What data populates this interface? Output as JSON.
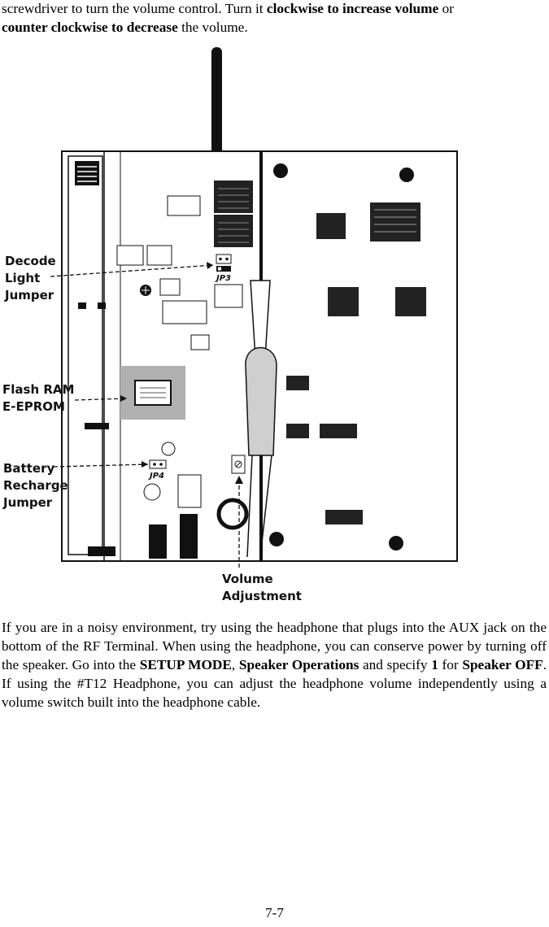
{
  "intro": {
    "t1": "screwdriver to turn the volume control. Turn it ",
    "b1": "clockwise to increase volume",
    "t2": " or ",
    "b2": "counter clockwise to decrease",
    "t3": " the volume."
  },
  "figure": {
    "callouts": {
      "decode_line1": "Decode",
      "decode_line2": "Light",
      "decode_line3": "Jumper",
      "flash_line1": "Flash RAM",
      "flash_line2": "E-EPROM",
      "battery_line1": "Battery",
      "battery_line2": "Recharge",
      "battery_line3": "Jumper",
      "volume_line1": "Volume",
      "volume_line2": "Adjustment"
    },
    "board_labels": {
      "jp3": "JP3",
      "jp4": "JP4"
    }
  },
  "body": {
    "t1": "If you are in a noisy environment, try using the headphone that plugs into the AUX jack on the bottom of the RF Terminal. When using the headphone, you can conserve power by turning off the speaker. Go into the ",
    "b1": "SETUP MODE",
    "t2": ", ",
    "b2": "Speaker Operations",
    "t3": " and specify ",
    "b3": "1",
    "t4": " for ",
    "b4": "Speaker OFF",
    "t5": ". If using the #T12 Headphone, you can adjust the headphone volume independently using a volume switch built into the headphone cable."
  },
  "footer": {
    "page": "7-7"
  }
}
